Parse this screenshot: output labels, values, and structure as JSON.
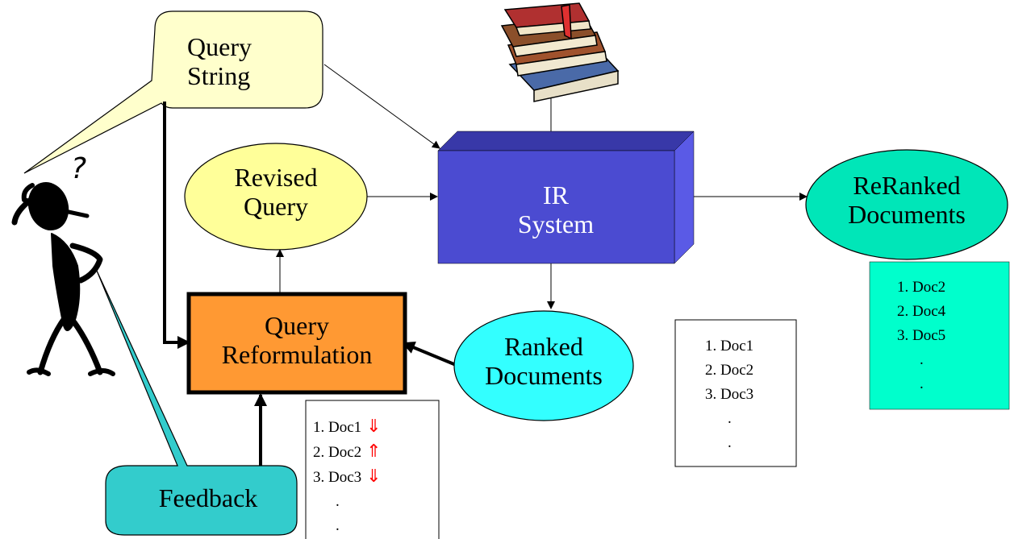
{
  "colors": {
    "query_string": "#ffffcc",
    "revised_query": "#ffff99",
    "ir_system_front": "#4b4bd1",
    "ir_system_top": "#3838a8",
    "ir_system_side": "#5a5ae6",
    "ranked_documents": "#33ffff",
    "reranked_documents": "#00e6b8",
    "reranked_list_bg": "#00ffcc",
    "reformulation": "#ff9933",
    "feedback": "#33cccc",
    "relevance_arrow": "#ff0000"
  },
  "icons": [
    "stack-of-books-icon",
    "confused-person-icon"
  ],
  "nodes": {
    "query_string": [
      "Query",
      "String"
    ],
    "revised_query": [
      "Revised",
      "Query"
    ],
    "ir_system": [
      "IR",
      "System"
    ],
    "reranked_documents": [
      "ReRanked",
      "Documents"
    ],
    "ranked_documents": [
      "Ranked",
      "Documents"
    ],
    "query_reformulation": [
      "Query",
      "Reformulation"
    ],
    "feedback": "Feedback"
  },
  "thought_mark": "?",
  "ranked_list": [
    "1. Doc1",
    "2. Doc2",
    "3. Doc3",
    ".",
    "."
  ],
  "reranked_list": [
    "1. Doc2",
    "2. Doc4",
    "3. Doc5",
    ".",
    "."
  ],
  "feedback_list": [
    {
      "text": "1. Doc1",
      "mark": "⇓"
    },
    {
      "text": "2. Doc2",
      "mark": "⇑"
    },
    {
      "text": "3. Doc3",
      "mark": "⇓"
    },
    {
      "text": ".",
      "mark": ""
    },
    {
      "text": ".",
      "mark": ""
    }
  ]
}
